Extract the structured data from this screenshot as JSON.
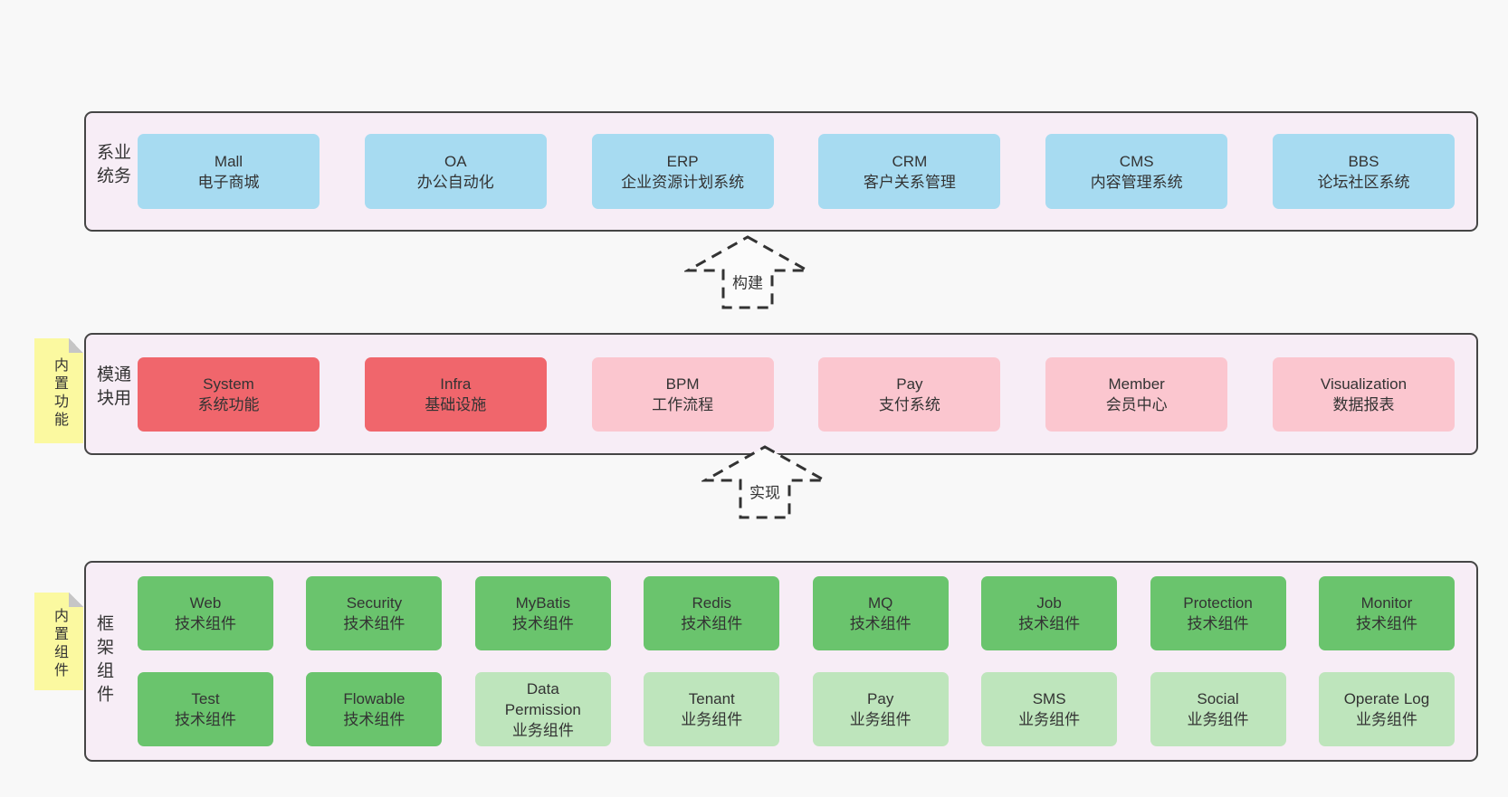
{
  "page": {
    "background": "#f8f8f8"
  },
  "colors": {
    "panel": "#f7edf6",
    "panel-border": "#454545",
    "text": "#333333",
    "blue": "#a7dbf1",
    "red": "#f0666c",
    "pink": "#fbc6cf",
    "green": "#6ac46d",
    "lightgreen": "#bee5bc",
    "sticky": "#fbf9a0",
    "sticky-fold": "#c6c6c6",
    "arrow-stroke": "#333333",
    "arrow-fill": "#fbfbfb"
  },
  "arrows": [
    {
      "label": "构建"
    },
    {
      "label": "实现"
    }
  ],
  "layers": [
    {
      "id": "business-systems",
      "label": "业务系统",
      "sticky": null,
      "rows": [
        [
          {
            "title": "Mall",
            "subtitle": "电子商城",
            "type": "blue"
          },
          {
            "title": "OA",
            "subtitle": "办公自动化",
            "type": "blue"
          },
          {
            "title": "ERP",
            "subtitle": "企业资源计划系统",
            "type": "blue"
          },
          {
            "title": "CRM",
            "subtitle": "客户关系管理",
            "type": "blue"
          },
          {
            "title": "CMS",
            "subtitle": "内容管理系统",
            "type": "blue"
          },
          {
            "title": "BBS",
            "subtitle": "论坛社区系统",
            "type": "blue"
          }
        ]
      ]
    },
    {
      "id": "common-modules",
      "label": "通用模块",
      "sticky": "内置功能",
      "rows": [
        [
          {
            "title": "System",
            "subtitle": "系统功能",
            "type": "red"
          },
          {
            "title": "Infra",
            "subtitle": "基础设施",
            "type": "red"
          },
          {
            "title": "BPM",
            "subtitle": "工作流程",
            "type": "pink"
          },
          {
            "title": "Pay",
            "subtitle": "支付系统",
            "type": "pink"
          },
          {
            "title": "Member",
            "subtitle": "会员中心",
            "type": "pink"
          },
          {
            "title": "Visualization",
            "subtitle": "数据报表",
            "type": "pink"
          }
        ]
      ]
    },
    {
      "id": "framework-components",
      "label": "框架组件",
      "sticky": "内置组件",
      "rows": [
        [
          {
            "title": "Web",
            "subtitle": "技术组件",
            "type": "green"
          },
          {
            "title": "Security",
            "subtitle": "技术组件",
            "type": "green"
          },
          {
            "title": "MyBatis",
            "subtitle": "技术组件",
            "type": "green"
          },
          {
            "title": "Redis",
            "subtitle": "技术组件",
            "type": "green"
          },
          {
            "title": "MQ",
            "subtitle": "技术组件",
            "type": "green"
          },
          {
            "title": "Job",
            "subtitle": "技术组件",
            "type": "green"
          },
          {
            "title": "Protection",
            "subtitle": "技术组件",
            "type": "green"
          },
          {
            "title": "Monitor",
            "subtitle": "技术组件",
            "type": "green"
          }
        ],
        [
          {
            "title": "Test",
            "subtitle": "技术组件",
            "type": "green"
          },
          {
            "title": "Flowable",
            "subtitle": "技术组件",
            "type": "green"
          },
          {
            "title": "Data Permission",
            "subtitle": "业务组件",
            "type": "lightgreen"
          },
          {
            "title": "Tenant",
            "subtitle": "业务组件",
            "type": "lightgreen"
          },
          {
            "title": "Pay",
            "subtitle": "业务组件",
            "type": "lightgreen"
          },
          {
            "title": "SMS",
            "subtitle": "业务组件",
            "type": "lightgreen"
          },
          {
            "title": "Social",
            "subtitle": "业务组件",
            "type": "lightgreen"
          },
          {
            "title": "Operate Log",
            "subtitle": "业务组件",
            "type": "lightgreen"
          }
        ]
      ]
    }
  ]
}
